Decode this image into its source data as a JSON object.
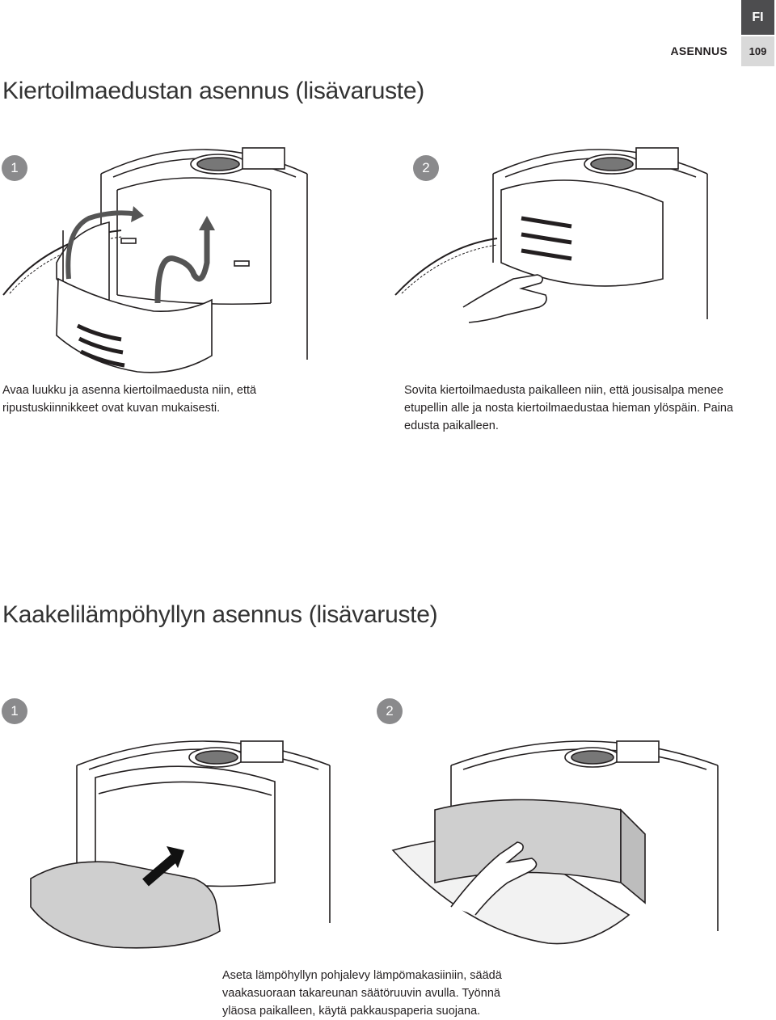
{
  "header": {
    "language": "FI",
    "section": "ASENNUS",
    "page_number": "109"
  },
  "section1": {
    "title": "Kiertoilmaedustan asennus (lisävaruste)",
    "steps": [
      {
        "number": "1",
        "caption": "Avaa luukku ja asenna kiertoilmaedusta niin, että ripustuskiinnikkeet ovat kuvan mukaisesti."
      },
      {
        "number": "2",
        "caption": "Sovita kiertoilmaedusta paikalleen niin, että jousisalpa menee etupellin alle ja nosta kiertoilmaedustaa hieman ylöspäin. Paina edusta paikalleen."
      }
    ]
  },
  "section2": {
    "title": "Kaakelilämpöhyllyn asennus (lisävaruste)",
    "steps": [
      {
        "number": "1",
        "caption": ""
      },
      {
        "number": "2",
        "caption": "Aseta lämpöhyllyn pohjalevy lämpömakasiiniin, säädä vaakasuoraan takareunan säätöruuvin avulla. Työnnä yläosa paikalleen, käytä pakkauspaperia suojana."
      }
    ]
  }
}
